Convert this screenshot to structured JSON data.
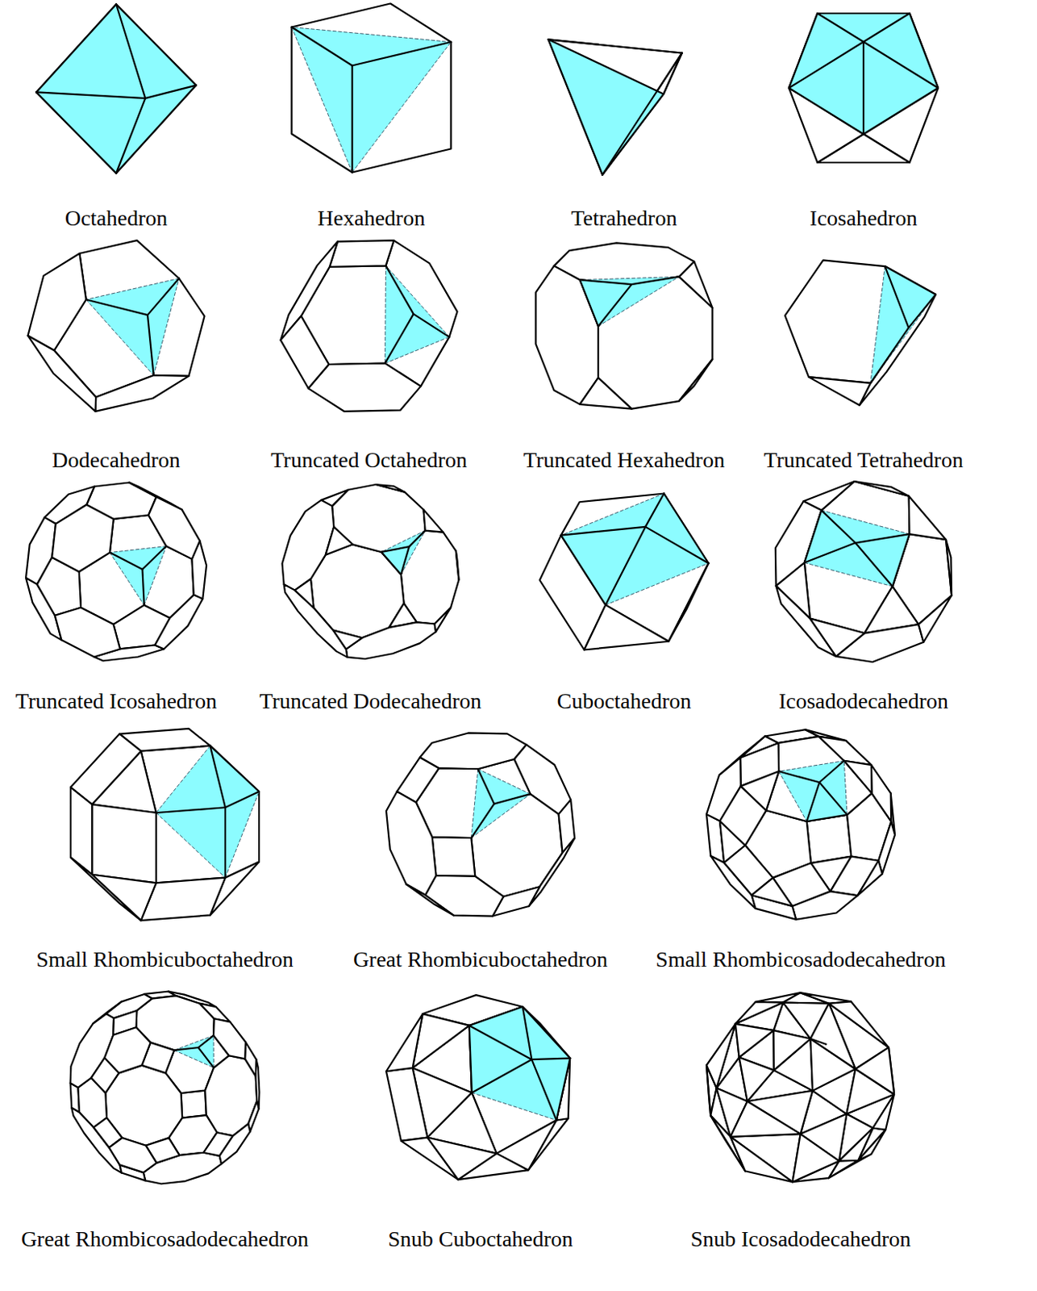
{
  "diagram": {
    "labels": [
      "Octahedron",
      "Hexahedron",
      "Tetrahedron",
      "Icosahedron",
      "Dodecahedron",
      "Truncated Octahedron",
      "Truncated Hexahedron",
      "Truncated Tetrahedron",
      "Truncated Icosahedron",
      "Truncated Dodecahedron",
      "Cuboctahedron",
      "Icosadodecahedron",
      "Small Rhombicuboctahedron",
      "Great Rhombicuboctahedron",
      "Small Rhombicosadodecahedron",
      "Great Rhombicosadodecahedron",
      "Snub Cuboctahedron",
      "Snub Icosadodecahedron"
    ]
  }
}
